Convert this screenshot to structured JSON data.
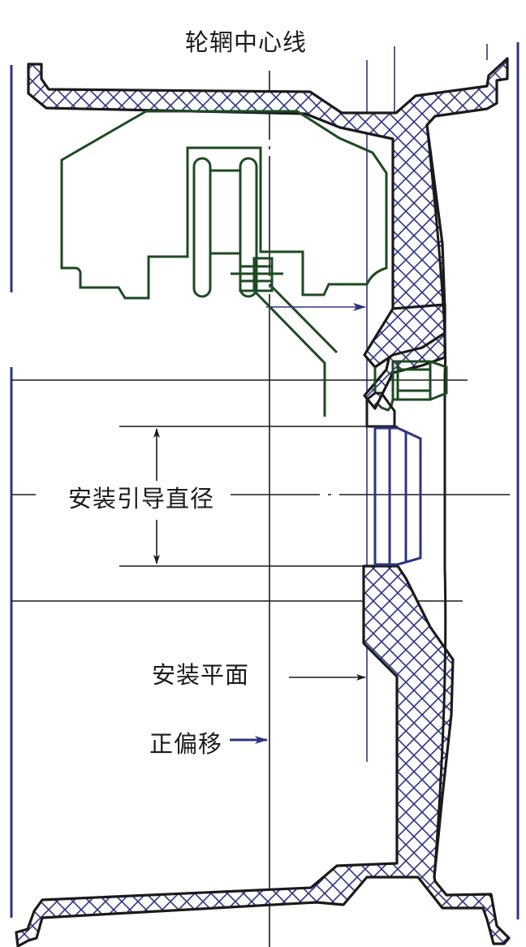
{
  "diagram": {
    "title": "Wheel offset cross-section",
    "labels": {
      "rim_centerline": "轮辋中心线",
      "mounting_pilot_diameter": "安装引导直径",
      "mounting_plane": "安装平面",
      "positive_offset": "正偏移"
    },
    "colors": {
      "outline": "#1a1a1a",
      "hatch": "#2e3580",
      "brake_assembly": "#1e4a22",
      "reference_lines": "#2e3580"
    }
  }
}
